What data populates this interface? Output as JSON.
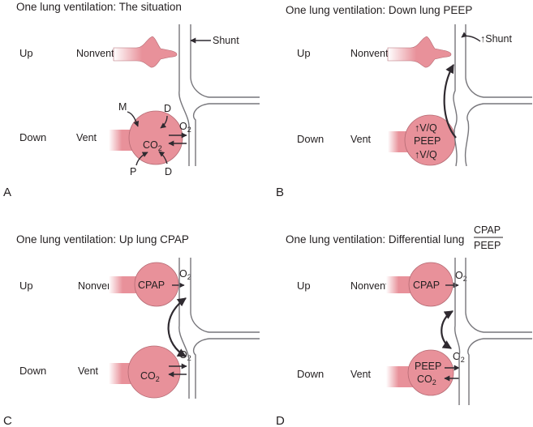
{
  "colors": {
    "lung": "#e8919a",
    "lung_edge": "#b46a73",
    "vessel": "#77767b",
    "text": "#231f20"
  },
  "panels": {
    "a": {
      "letter": "A",
      "title": "One lung ventilation: The situation",
      "up": "Up",
      "down": "Down",
      "nonvent": "Nonvent",
      "vent": "Vent",
      "shunt": "Shunt",
      "m": "M",
      "d_top": "D",
      "d_bottom": "D",
      "p": "P",
      "co2_main": "CO",
      "co2_sub": "2",
      "o2_main": "O",
      "o2_sub": "2"
    },
    "b": {
      "letter": "B",
      "title": "One lung ventilation: Down lung PEEP",
      "up": "Up",
      "down": "Down",
      "nonvent": "Nonvent",
      "vent": "Vent",
      "shunt": "↑Shunt",
      "vq_top": "↑V/Q",
      "peep": "PEEP",
      "vq_bottom": "↑V/Q"
    },
    "c": {
      "letter": "C",
      "title": "One lung ventilation: Up lung CPAP",
      "up": "Up",
      "down": "Down",
      "nonvent": "Nonvent",
      "vent": "Vent",
      "cpap": "CPAP",
      "o2_main": "O",
      "o2_sub": "2",
      "co2_main": "CO",
      "co2_sub": "2"
    },
    "d": {
      "letter": "D",
      "title": "One lung ventilation: Differential lung",
      "frac_top": "CPAP",
      "frac_bottom": "PEEP",
      "up": "Up",
      "down": "Down",
      "nonvent": "Nonvent",
      "vent": "Vent",
      "cpap": "CPAP",
      "peep": "PEEP",
      "o2_main": "O",
      "o2_sub": "2",
      "co2_main": "CO",
      "co2_sub": "2"
    }
  }
}
